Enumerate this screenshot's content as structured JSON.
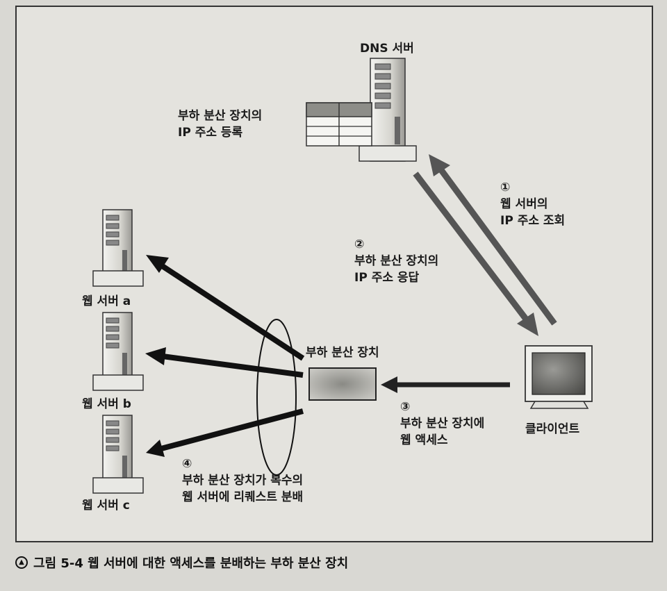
{
  "nodes": {
    "dns_server": "DNS 서버",
    "registration": "부하 분산 장치의\nIP 주소 등록",
    "web_a": "웹 서버 a",
    "web_b": "웹 서버 b",
    "web_c": "웹 서버 c",
    "load_balancer": "부하 분산 장치",
    "client": "클라이언트"
  },
  "steps": {
    "s1": "①\n웹 서버의\nIP 주소 조회",
    "s2": "②\n부하 분산 장치의\nIP 주소 응답",
    "s3": "③\n부하 분산 장치에\n웹 액세스",
    "s4": "④\n부하 분산 장치가 복수의\n웹 서버에 리퀘스트 분배"
  },
  "caption": {
    "icon": "up-arrow-circle-icon",
    "text": "그림 5-4 웹 서버에 대한 액세스를 분배하는 부하 분산 장치"
  }
}
